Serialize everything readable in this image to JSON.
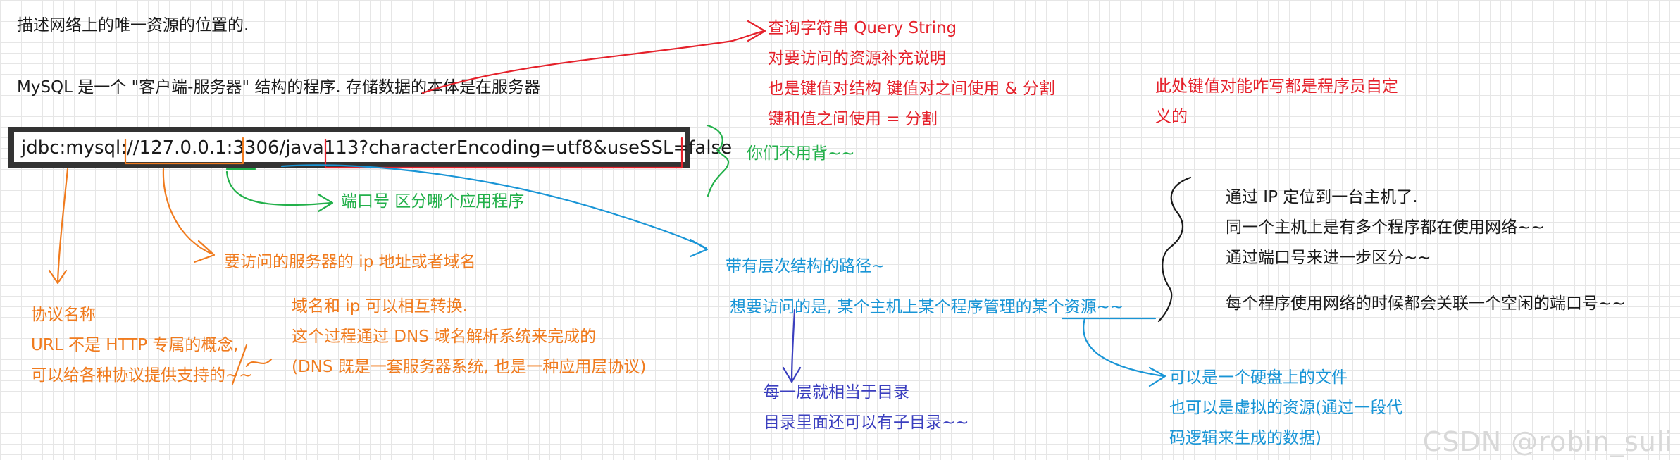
{
  "notes": {
    "intro1": "描述网络上的唯一资源的位置的.",
    "intro2": "MySQL  是一个 \"客户端-服务器\" 结构的程序. 存储数据的本体是在服务器",
    "url": "jdbc:mysql://127.0.0.1:3306/java113?characterEncoding=utf8&useSSL=false",
    "query_title": "查询字符串 Query String",
    "query_line2": "对要访问的资源补充说明",
    "query_line3": "也是键值对结构 键值对之间使用 & 分割",
    "query_line4": "键和值之间使用 = 分割",
    "kv_line1": "此处键值对能咋写都是程序员自定",
    "kv_line2": "义的",
    "no_memorize": "你们不用背~~",
    "port": "端口号  区分哪个应用程序",
    "ip_note": "要访问的服务器的 ip 地址或者域名",
    "protocol1": "协议名称",
    "protocol2": "URL 不是 HTTP 专属的概念,",
    "protocol3": "可以给各种协议提供支持的~~",
    "dns1": "域名和 ip 可以相互转换.",
    "dns2": "这个过程通过 DNS 域名解析系统来完成的",
    "dns3": "(DNS 既是一套服务器系统, 也是一种应用层协议)",
    "path1": "带有层次结构的路径~",
    "path2": "想要访问的是, 某个主机上某个程序管理的某个资源~~",
    "dir1": "每一层就相当于目录",
    "dir2": "目录里面还可以有子目录~~",
    "res1": "可以是一个硬盘上的文件",
    "res2": "也可以是虚拟的资源(通过一段代",
    "res3": "码逻辑来生成的数据)",
    "host1": "通过 IP 定位到一台主机了.",
    "host2": "同一个主机上是有多个程序都在使用网络~~",
    "host3": "通过端口号来进一步区分~~",
    "host4": "每个程序使用网络的时候都会关联一个空闲的端口号~~",
    "watermark": "CSDN @robin_suli"
  },
  "colors": {
    "red": "#e5212b",
    "orange": "#f07b1e",
    "green": "#22b04a",
    "blue": "#1995d6",
    "navy": "#3b3fbf",
    "black": "#1a1a1a"
  }
}
